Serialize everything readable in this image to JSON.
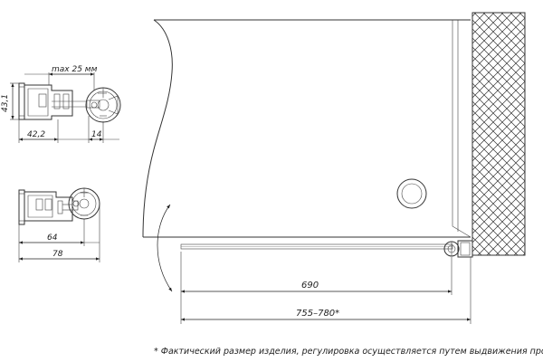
{
  "dimensions": {
    "max_width": "max 25 мм",
    "height_small": "43,1",
    "width_small": "42,2",
    "offset_small": "14",
    "width_mid": "64",
    "width_total": "78",
    "door_width": "690",
    "range": "755–780*"
  },
  "footnote": "* Фактический размер изделия, регулировка осуществляется путем выдвижения профиля"
}
